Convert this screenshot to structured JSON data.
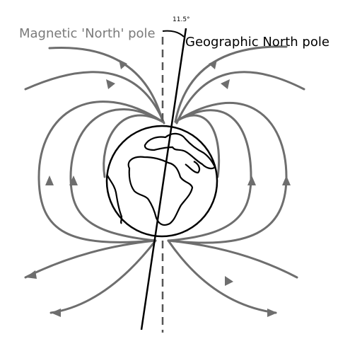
{
  "labels": {
    "magnetic_pole": "Magnetic 'North' pole",
    "geographic_pole": "Geographic North pole",
    "tilt_angle": "11.5°"
  },
  "colors": {
    "field_lines": "#6e6e6e",
    "magnetic_label": "#7a7a7a",
    "geographic_label": "#000000",
    "magnetic_axis": "#555555"
  }
}
